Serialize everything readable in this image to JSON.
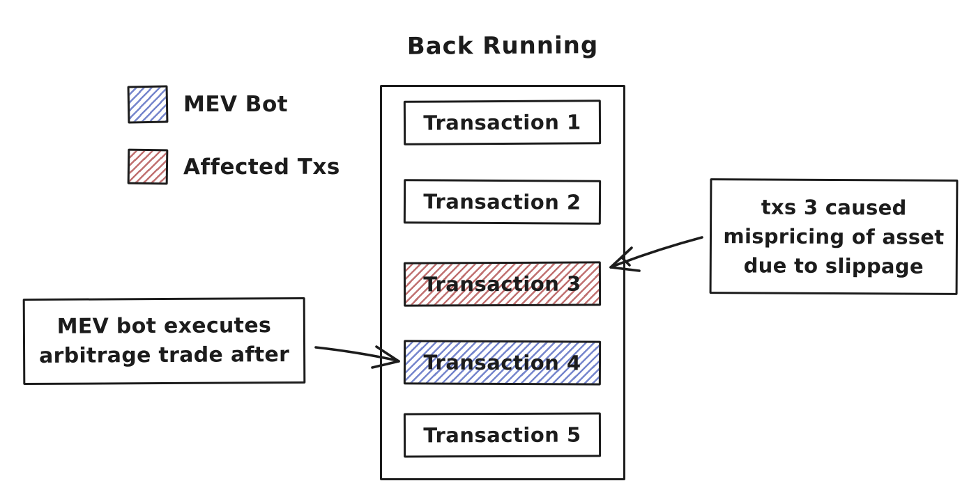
{
  "title": "Back Running",
  "legend": {
    "items": [
      {
        "label": "MEV Bot",
        "swatch": "blue-diagonal-hatch",
        "color": "#7585cc"
      },
      {
        "label": "Affected Txs",
        "swatch": "red-diagonal-hatch",
        "color": "#c07070"
      }
    ]
  },
  "block": {
    "transactions": [
      {
        "label": "Transaction 1",
        "highlight": "none"
      },
      {
        "label": "Transaction 2",
        "highlight": "none"
      },
      {
        "label": "Transaction 3",
        "highlight": "affected-tx"
      },
      {
        "label": "Transaction 4",
        "highlight": "mev-bot"
      },
      {
        "label": "Transaction 5",
        "highlight": "none"
      }
    ]
  },
  "annotations": {
    "left": {
      "lines": [
        "MEV bot executes",
        "arbitrage trade after"
      ],
      "points_to": "Transaction 4"
    },
    "right": {
      "lines": [
        "txs 3 caused",
        "mispricing of asset",
        "due to slippage"
      ],
      "points_to": "Transaction 3"
    }
  },
  "colors": {
    "ink": "#1c1c1c",
    "mev_hatch": "#7585cc",
    "affected_hatch": "#c07070",
    "background": "#ffffff"
  }
}
